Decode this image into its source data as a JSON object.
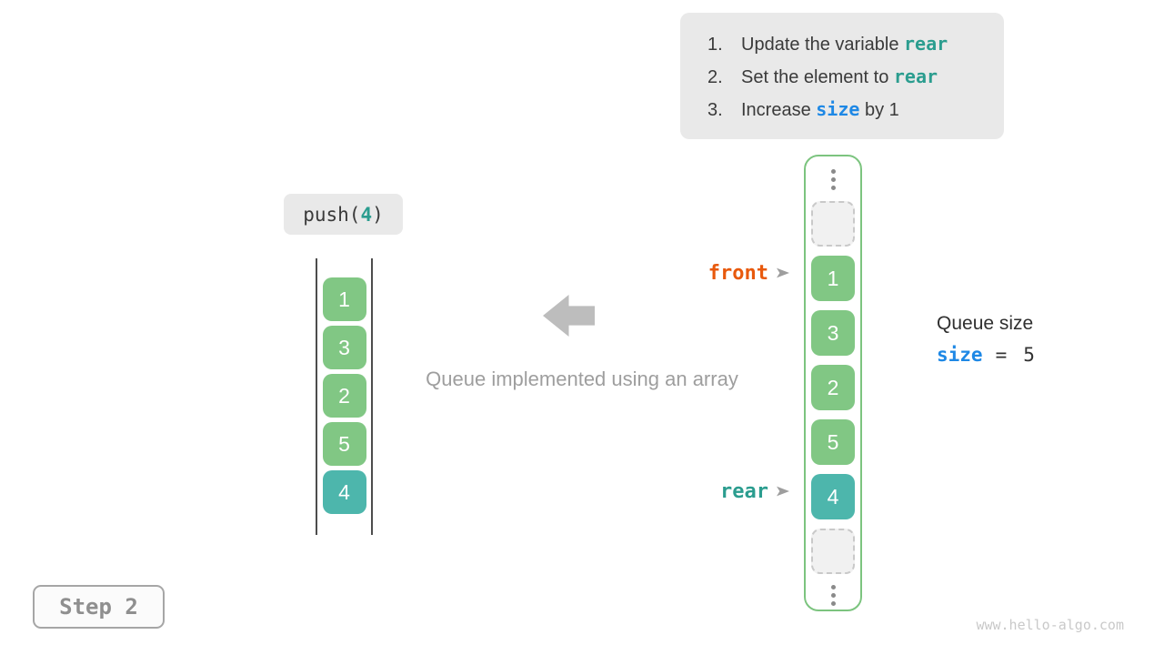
{
  "steps_panel": {
    "items": [
      {
        "number": "1.",
        "text_before": "Update the variable ",
        "code": "rear",
        "text_after": "",
        "code_style": "teal"
      },
      {
        "number": "2.",
        "text_before": "Set the element to ",
        "code": "rear",
        "text_after": "",
        "code_style": "teal"
      },
      {
        "number": "3.",
        "text_before": "Increase ",
        "code": "size",
        "text_after": " by 1",
        "code_style": "blue"
      }
    ]
  },
  "push_call": {
    "prefix": "push(",
    "argument": "4",
    "suffix": ")"
  },
  "left_stack": {
    "cells": [
      {
        "value": "1",
        "type": "green"
      },
      {
        "value": "3",
        "type": "green"
      },
      {
        "value": "2",
        "type": "green"
      },
      {
        "value": "5",
        "type": "green"
      },
      {
        "value": "4",
        "type": "teal"
      }
    ]
  },
  "arrow_caption": "Queue implemented using an array",
  "right_array": {
    "cells": [
      {
        "value": "",
        "type": "dashed"
      },
      {
        "value": "1",
        "type": "green"
      },
      {
        "value": "3",
        "type": "green"
      },
      {
        "value": "2",
        "type": "green"
      },
      {
        "value": "5",
        "type": "green"
      },
      {
        "value": "4",
        "type": "teal"
      },
      {
        "value": "",
        "type": "dashed"
      }
    ]
  },
  "pointers": {
    "front_label": "front",
    "rear_label": "rear"
  },
  "size_panel": {
    "title": "Queue size",
    "variable": "size",
    "equals": "=",
    "value": "5"
  },
  "step_badge": {
    "label": "Step 2"
  },
  "watermark": "www.hello-algo.com",
  "colors": {
    "cell_green": "#81c784",
    "cell_teal": "#4db6ac",
    "code_teal": "#2b9d8f",
    "code_blue": "#1e88e5",
    "front_orange": "#e8590c",
    "panel_gray": "#e9e9e9",
    "array_border_green": "#7cc47f",
    "arrow_gray": "#bdbdbd"
  }
}
